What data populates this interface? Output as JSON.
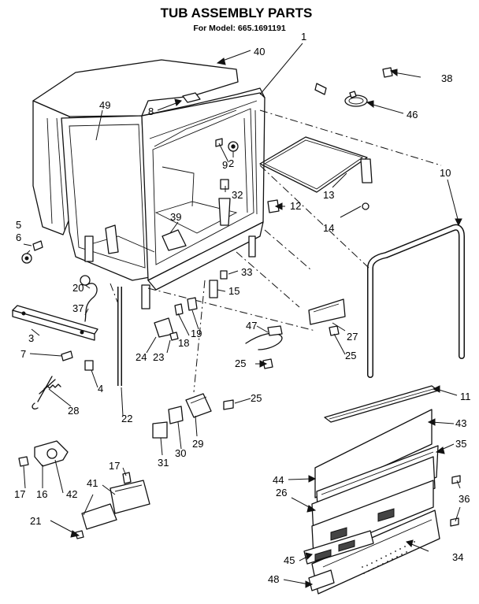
{
  "title": "TUB ASSEMBLY PARTS",
  "subtitle": "For Model: 665.1691191",
  "callouts": [
    {
      "id": "1",
      "label": "1"
    },
    {
      "id": "2",
      "label": "2"
    },
    {
      "id": "3",
      "label": "3"
    },
    {
      "id": "4",
      "label": "4"
    },
    {
      "id": "5",
      "label": "5"
    },
    {
      "id": "6",
      "label": "6"
    },
    {
      "id": "7",
      "label": "7"
    },
    {
      "id": "8",
      "label": "8"
    },
    {
      "id": "9",
      "label": "9"
    },
    {
      "id": "10",
      "label": "10"
    },
    {
      "id": "11",
      "label": "11"
    },
    {
      "id": "12",
      "label": "12"
    },
    {
      "id": "13",
      "label": "13"
    },
    {
      "id": "14",
      "label": "14"
    },
    {
      "id": "15",
      "label": "15"
    },
    {
      "id": "16",
      "label": "16"
    },
    {
      "id": "17a",
      "label": "17"
    },
    {
      "id": "17b",
      "label": "17"
    },
    {
      "id": "18",
      "label": "18"
    },
    {
      "id": "19",
      "label": "19"
    },
    {
      "id": "20",
      "label": "20"
    },
    {
      "id": "21",
      "label": "21"
    },
    {
      "id": "22",
      "label": "22"
    },
    {
      "id": "23",
      "label": "23"
    },
    {
      "id": "24",
      "label": "24"
    },
    {
      "id": "25a",
      "label": "25"
    },
    {
      "id": "25b",
      "label": "25"
    },
    {
      "id": "25c",
      "label": "25"
    },
    {
      "id": "26",
      "label": "26"
    },
    {
      "id": "27",
      "label": "27"
    },
    {
      "id": "28",
      "label": "28"
    },
    {
      "id": "29",
      "label": "29"
    },
    {
      "id": "30",
      "label": "30"
    },
    {
      "id": "31",
      "label": "31"
    },
    {
      "id": "32",
      "label": "32"
    },
    {
      "id": "33",
      "label": "33"
    },
    {
      "id": "34",
      "label": "34"
    },
    {
      "id": "35",
      "label": "35"
    },
    {
      "id": "36",
      "label": "36"
    },
    {
      "id": "37",
      "label": "37"
    },
    {
      "id": "38",
      "label": "38"
    },
    {
      "id": "39",
      "label": "39"
    },
    {
      "id": "40",
      "label": "40"
    },
    {
      "id": "41",
      "label": "41"
    },
    {
      "id": "42",
      "label": "42"
    },
    {
      "id": "43",
      "label": "43"
    },
    {
      "id": "44",
      "label": "44"
    },
    {
      "id": "45",
      "label": "45"
    },
    {
      "id": "46",
      "label": "46"
    },
    {
      "id": "47",
      "label": "47"
    },
    {
      "id": "48",
      "label": "48"
    },
    {
      "id": "49",
      "label": "49"
    }
  ]
}
